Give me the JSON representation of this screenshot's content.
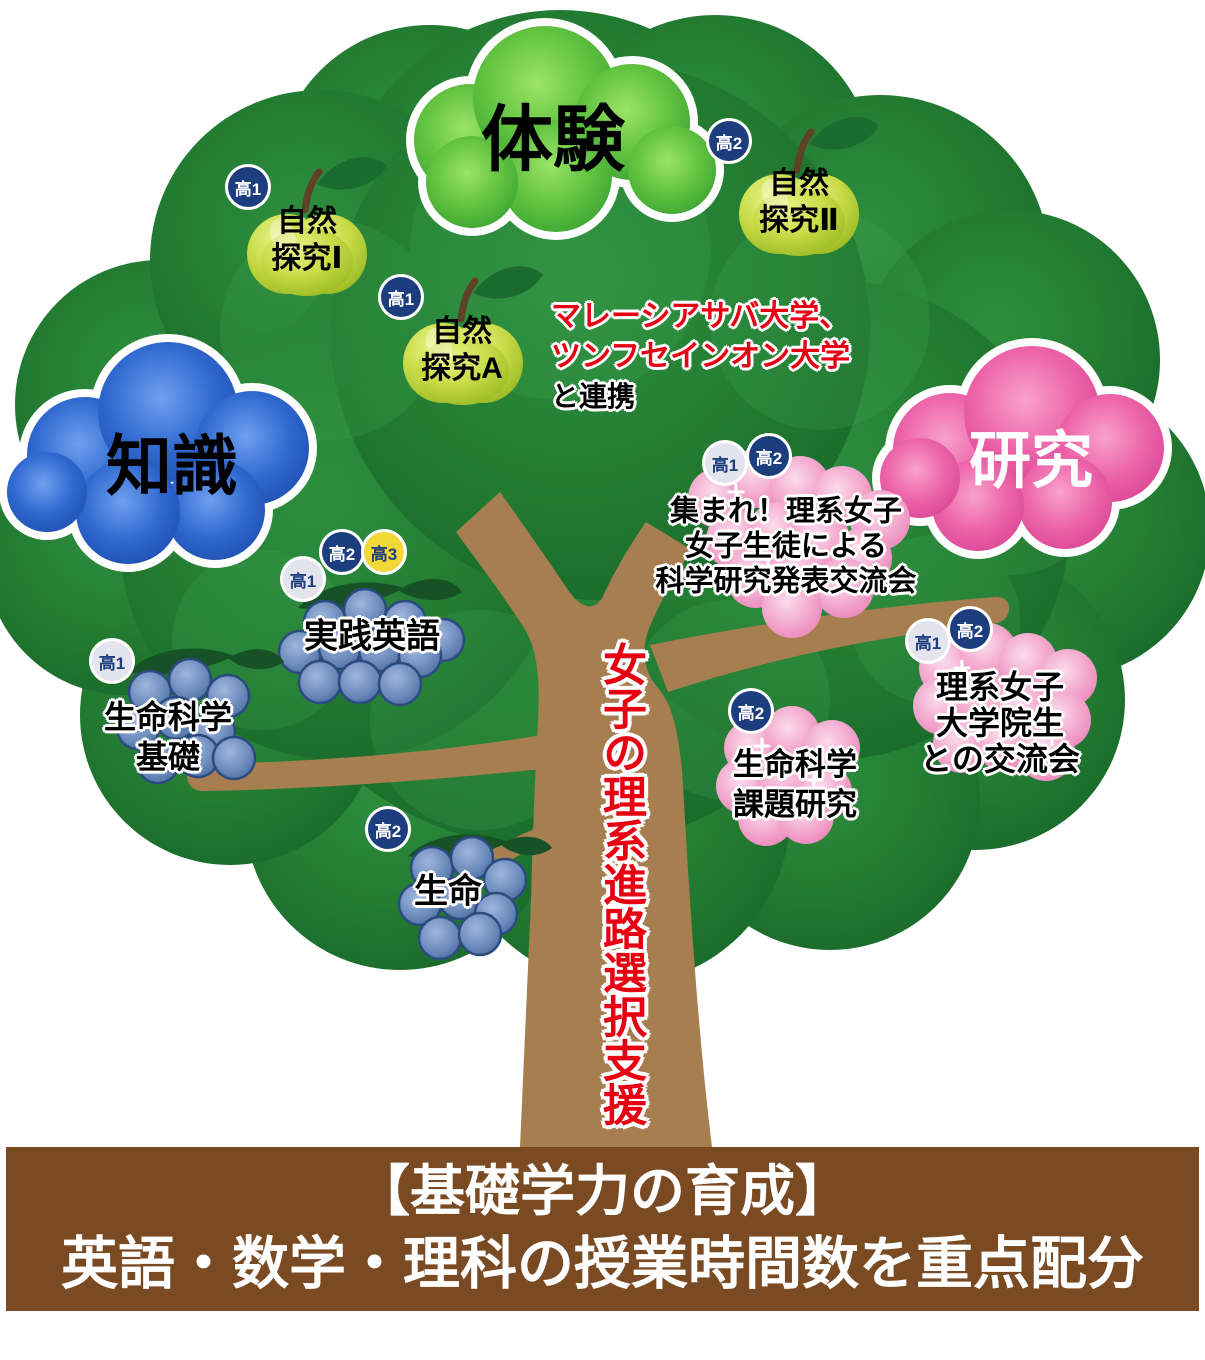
{
  "clouds": {
    "experience": "体験",
    "knowledge": "知識",
    "research": "研究"
  },
  "apples": {
    "a1": {
      "badge": "高1",
      "line1": "自然",
      "line2": "探究Ⅰ"
    },
    "a2": {
      "badge": "高2",
      "line1": "自然",
      "line2": "探究Ⅱ"
    },
    "a3": {
      "badge": "高1",
      "line1": "自然",
      "line2": "探究A"
    }
  },
  "partnership": {
    "line1": "マレーシアサバ大学、",
    "line2": "ツンフセインオン大学",
    "line3": "と連携"
  },
  "berries": {
    "practical_english": {
      "badge1": "高1",
      "badge2": "高2",
      "badge3": "高3",
      "line1": "実践英語"
    },
    "life_science_basics": {
      "badge1": "高1",
      "line1": "生命科学",
      "line2": "基礎"
    },
    "life": {
      "badge1": "高2",
      "line1": "生命"
    }
  },
  "flowers": {
    "science_girls_meet": {
      "badge1": "高1",
      "badge2": "高2",
      "line1": "集まれ！理系女子",
      "line2": "女子生徒による",
      "line3": "科学研究発表交流会"
    },
    "life_science_research": {
      "badge1": "高2",
      "line1": "生命科学",
      "line2": "課題研究"
    },
    "grad_exchange": {
      "badge1": "高1",
      "badge2": "高2",
      "line1": "理系女子",
      "line2": "大学院生",
      "line3": "との交流会"
    }
  },
  "trunk": {
    "vertical_text": "女子の理系進路選択支援"
  },
  "footer": {
    "line1": "【基礎学力の育成】",
    "line2": "英語・数学・理科の授業時間数を重点配分"
  },
  "colors": {
    "canopy_green": "#227A31",
    "cloud_green": "#5FC13F",
    "cloud_blue": "#2F68CF",
    "cloud_pink": "#EC62A8",
    "apple_green": "#C6DA45",
    "berry_blue": "#6C8CBC",
    "flower_pink": "#F3A8CD",
    "trunk_brown": "#A77E50",
    "footer_brown": "#7A4A23",
    "accent_red": "#E60012",
    "badge_navy": "#1D3E7E",
    "badge_yellow": "#F0D838",
    "badge_light": "#E4E4EE"
  }
}
